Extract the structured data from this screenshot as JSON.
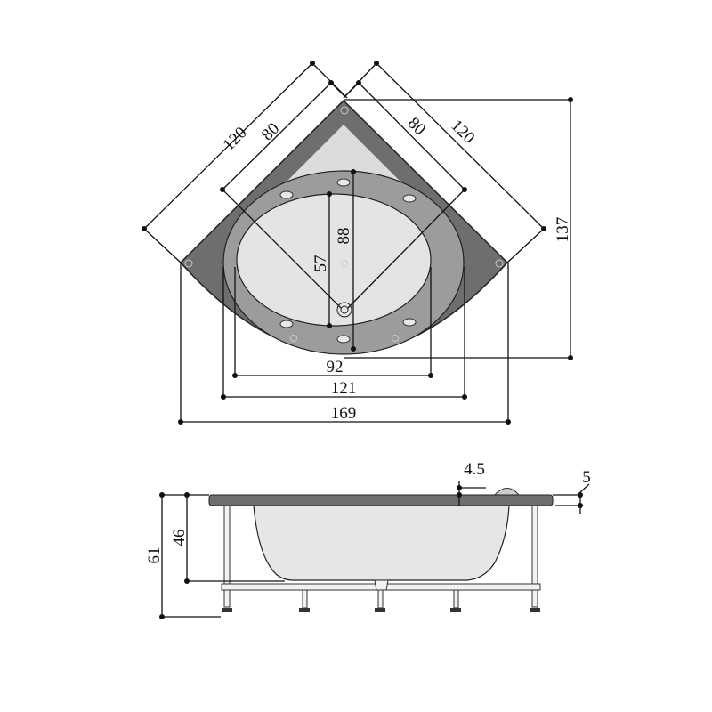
{
  "top_view": {
    "dims": {
      "left_outer": "120",
      "left_inner": "80",
      "right_inner": "80",
      "right_outer": "120",
      "depth_total": "137",
      "inner_depth": "57",
      "outer_depth": "88",
      "inner_width": "92",
      "mid_width": "121",
      "total_width": "169"
    }
  },
  "side_view": {
    "dims": {
      "total_height": "61",
      "tub_height": "46",
      "headrest": "4.5",
      "rim": "5"
    }
  },
  "colors": {
    "deck": "#6e6e6e",
    "ring": "#9c9c9c",
    "basin": "#dcdcdc",
    "line": "#111111"
  }
}
